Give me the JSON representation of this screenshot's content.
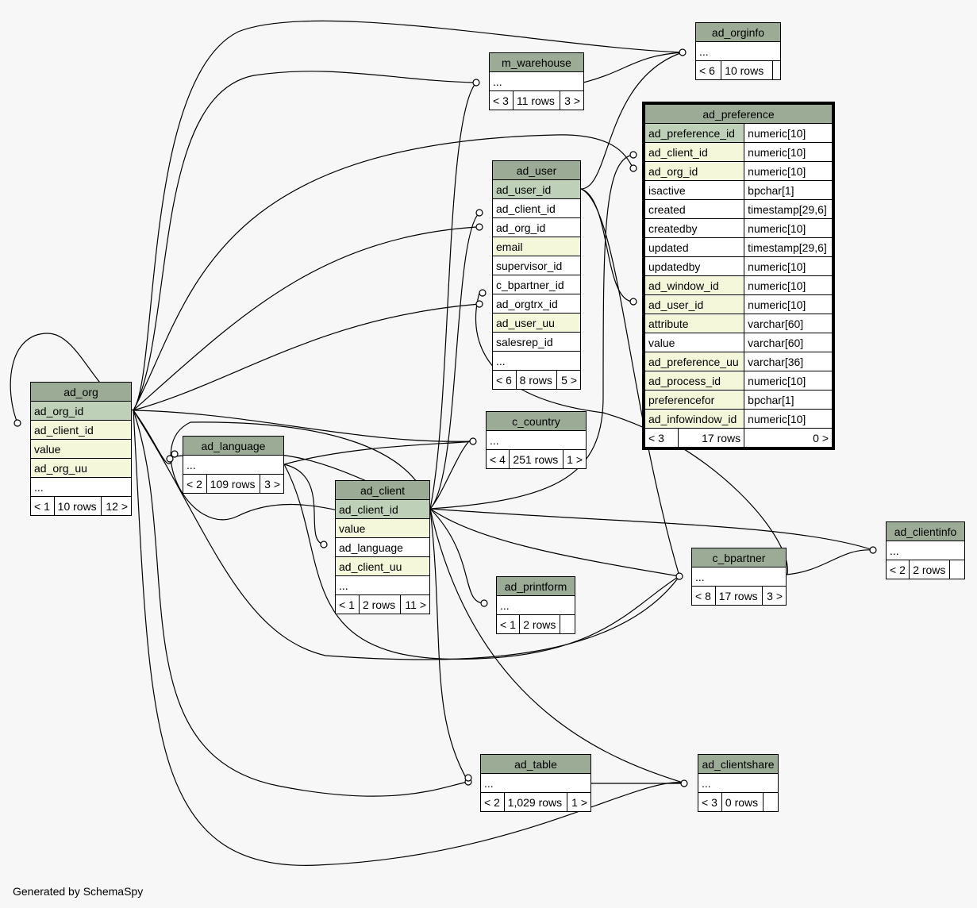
{
  "tables": {
    "ad_orginfo": {
      "name": "ad_orginfo",
      "rows": [
        "..."
      ],
      "footer": [
        "< 6",
        "10 rows",
        ""
      ]
    },
    "m_warehouse": {
      "name": "m_warehouse",
      "rows": [
        "..."
      ],
      "footer": [
        "< 3",
        "11 rows",
        "3 >"
      ]
    },
    "ad_user": {
      "name": "ad_user",
      "rows": [
        "ad_user_id",
        "ad_client_id",
        "ad_org_id",
        "email",
        "supervisor_id",
        "c_bpartner_id",
        "ad_orgtrx_id",
        "ad_user_uu",
        "salesrep_id",
        "..."
      ],
      "footer": [
        "< 6",
        "8 rows",
        "5 >"
      ]
    },
    "ad_preference": {
      "name": "ad_preference",
      "columns": [
        [
          "ad_preference_id",
          "numeric[10]"
        ],
        [
          "ad_client_id",
          "numeric[10]"
        ],
        [
          "ad_org_id",
          "numeric[10]"
        ],
        [
          "isactive",
          "bpchar[1]"
        ],
        [
          "created",
          "timestamp[29,6]"
        ],
        [
          "createdby",
          "numeric[10]"
        ],
        [
          "updated",
          "timestamp[29,6]"
        ],
        [
          "updatedby",
          "numeric[10]"
        ],
        [
          "ad_window_id",
          "numeric[10]"
        ],
        [
          "ad_user_id",
          "numeric[10]"
        ],
        [
          "attribute",
          "varchar[60]"
        ],
        [
          "value",
          "varchar[60]"
        ],
        [
          "ad_preference_uu",
          "varchar[36]"
        ],
        [
          "ad_process_id",
          "numeric[10]"
        ],
        [
          "preferencefor",
          "bpchar[1]"
        ],
        [
          "ad_infowindow_id",
          "numeric[10]"
        ]
      ],
      "footer": [
        "< 3",
        "17 rows",
        "0 >"
      ]
    },
    "ad_org": {
      "name": "ad_org",
      "rows": [
        "ad_org_id",
        "ad_client_id",
        "value",
        "ad_org_uu",
        "..."
      ],
      "footer": [
        "< 1",
        "10 rows",
        "12 >"
      ]
    },
    "ad_language": {
      "name": "ad_language",
      "rows": [
        "..."
      ],
      "footer": [
        "< 2",
        "109 rows",
        "3 >"
      ]
    },
    "c_country": {
      "name": "c_country",
      "rows": [
        "..."
      ],
      "footer": [
        "< 4",
        "251 rows",
        "1 >"
      ]
    },
    "ad_client": {
      "name": "ad_client",
      "rows": [
        "ad_client_id",
        "value",
        "ad_language",
        "ad_client_uu",
        "..."
      ],
      "footer": [
        "< 1",
        "2 rows",
        "11 >"
      ]
    },
    "ad_printform": {
      "name": "ad_printform",
      "rows": [
        "..."
      ],
      "footer": [
        "< 1",
        "2 rows",
        ""
      ]
    },
    "c_bpartner": {
      "name": "c_bpartner",
      "rows": [
        "..."
      ],
      "footer": [
        "< 8",
        "17 rows",
        "3 >"
      ]
    },
    "ad_clientinfo": {
      "name": "ad_clientinfo",
      "rows": [
        "..."
      ],
      "footer": [
        "< 2",
        "2 rows",
        ""
      ]
    },
    "ad_table": {
      "name": "ad_table",
      "rows": [
        "..."
      ],
      "footer": [
        "< 2",
        "1,029 rows",
        "1 >"
      ]
    },
    "ad_clientshare": {
      "name": "ad_clientshare",
      "rows": [
        "..."
      ],
      "footer": [
        "< 3",
        "0 rows",
        ""
      ]
    }
  },
  "credit": "Generated by SchemaSpy",
  "colors": {
    "header": "#9bab96",
    "primary_key": "#bed1b8",
    "foreign_key": "#f4f7da",
    "background": "#f7f7f7"
  }
}
